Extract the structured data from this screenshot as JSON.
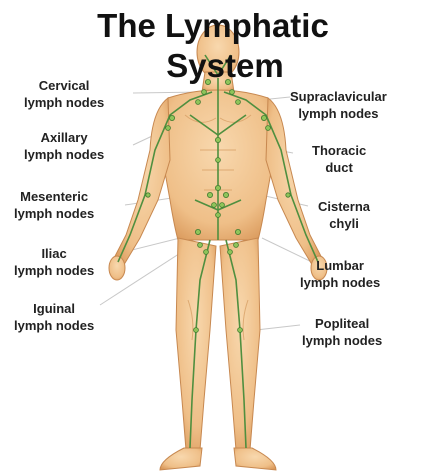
{
  "title": {
    "line1": "The Lymphatic",
    "line2": "System"
  },
  "labels": {
    "cervical": [
      "Cervical",
      "lymph nodes"
    ],
    "axillary": [
      "Axillary",
      "lymph nodes"
    ],
    "mesenteric": [
      "Mesenteric",
      "lymph nodes"
    ],
    "iliac": [
      "Iliac",
      "lymph nodes"
    ],
    "inguinal": [
      "Iguinal",
      "lymph nodes"
    ],
    "supraclavicular": [
      "Supraclavicular",
      "lymph nodes"
    ],
    "thoracic": [
      "Thoracic",
      "duct"
    ],
    "cisterna": [
      "Cisterna",
      "chyli"
    ],
    "lumbar": [
      "Lumbar",
      "lymph nodes"
    ],
    "popliteal": [
      "Popliteal",
      "lymph nodes"
    ]
  },
  "colors": {
    "skin": "#f1c48e",
    "skin_shadow": "#d99a5c",
    "lymph": "#5a9a4a",
    "node": "#9acd6a",
    "leader_line": "#bbbbbb"
  }
}
